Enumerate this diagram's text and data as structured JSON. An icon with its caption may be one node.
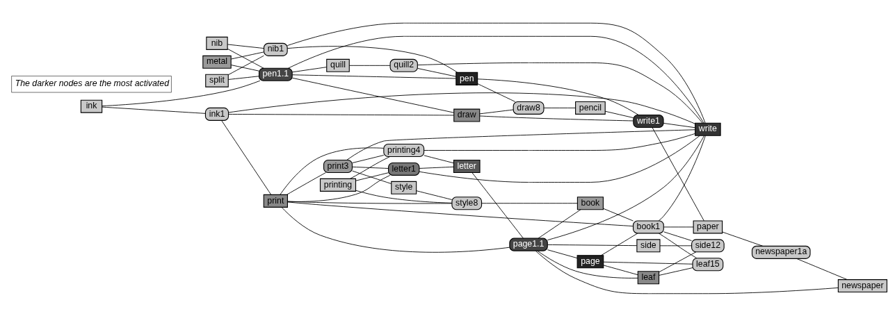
{
  "diagram": {
    "nodes": [
      {
        "text": [
          "metal"
        ]
      },
      {
        "text": [
          "split"
        ]
      },
      {
        "text": [
          "print3"
        ]
      },
      {
        "text": [
          "print"
        ]
      },
      {
        "text": [
          "nib"
        ]
      },
      {
        "text": [
          "nib1"
        ]
      },
      {
        "text": [
          "letter1"
        ]
      },
      {
        "text": [
          "letter"
        ]
      },
      {
        "text": [
          "ink1"
        ]
      },
      {
        "text": [
          "printing"
        ]
      },
      {
        "text": [
          "ink"
        ]
      },
      {
        "text": [
          "printing4"
        ]
      },
      {
        "text": [
          "style"
        ]
      },
      {
        "text": [
          "page1.1"
        ]
      },
      {
        "text": [
          "page"
        ]
      },
      {
        "text": [
          "pen1.1"
        ]
      },
      {
        "text": [
          "quill"
        ]
      },
      {
        "text": [
          "quill2"
        ]
      },
      {
        "text": [
          "style8"
        ]
      },
      {
        "text": [
          "write1"
        ]
      },
      {
        "text": [
          "pen"
        ]
      },
      {
        "text": [
          "draw"
        ]
      },
      {
        "text": [
          "book"
        ]
      },
      {
        "text": [
          "leaf"
        ]
      },
      {
        "text": [
          "paper"
        ]
      },
      {
        "text": [
          "side"
        ]
      },
      {
        "text": [
          "book1"
        ]
      },
      {
        "text": [
          "pencil"
        ]
      },
      {
        "text": [
          "draw8"
        ]
      },
      {
        "text": [
          "write"
        ]
      },
      {
        "text": [
          "newspaper1a"
        ]
      },
      {
        "text": [
          "newspaper"
        ]
      },
      {
        "text": [
          "side12"
        ]
      },
      {
        "text": [
          "leaf15"
        ]
      }
    ],
    "edges": [
      {
        "from": 0,
        "to": 15,
        "arrow": "none"
      },
      {
        "from": 0,
        "to": 5,
        "arrow": "none"
      },
      {
        "from": 1,
        "to": 5,
        "arrow": "none"
      },
      {
        "from": 1,
        "to": 15,
        "arrow": "none"
      },
      {
        "from": 4,
        "to": 5,
        "arrow": "none"
      },
      {
        "from": 4,
        "to": 15,
        "arrow": "none"
      },
      {
        "from": 5,
        "to": 20,
        "arrow": "none"
      },
      {
        "from": 5,
        "to": 29,
        "arrow": "none"
      },
      {
        "from": 10,
        "to": 15,
        "arrow": "none"
      },
      {
        "from": 10,
        "to": 8,
        "arrow": "none"
      },
      {
        "from": 8,
        "to": 3,
        "arrow": "none"
      },
      {
        "from": 8,
        "to": 21,
        "arrow": "none"
      },
      {
        "from": 8,
        "to": 29,
        "arrow": "none"
      },
      {
        "from": 15,
        "to": 16,
        "arrow": "none"
      },
      {
        "from": 15,
        "to": 20,
        "arrow": "none"
      },
      {
        "from": 15,
        "to": 21,
        "arrow": "none"
      },
      {
        "from": 15,
        "to": 29,
        "arrow": "none"
      },
      {
        "from": 16,
        "to": 17,
        "arrow": "none"
      },
      {
        "from": 17,
        "to": 20,
        "arrow": "none"
      },
      {
        "from": 17,
        "to": 29,
        "arrow": "none"
      },
      {
        "from": 20,
        "to": 19,
        "arrow": "none"
      },
      {
        "from": 20,
        "to": 28,
        "arrow": "none"
      },
      {
        "from": 21,
        "to": 19,
        "arrow": "none"
      },
      {
        "from": 21,
        "to": 28,
        "arrow": "none"
      },
      {
        "from": 28,
        "to": 27,
        "arrow": "none"
      },
      {
        "from": 27,
        "to": 19,
        "arrow": "none"
      },
      {
        "from": 19,
        "to": 29,
        "arrow": "none"
      },
      {
        "from": 19,
        "to": 24,
        "arrow": "none"
      },
      {
        "from": 3,
        "to": 2,
        "arrow": "none"
      },
      {
        "from": 3,
        "to": 6,
        "arrow": "none"
      },
      {
        "from": 3,
        "to": 13,
        "arrow": "none"
      },
      {
        "from": 3,
        "to": 11,
        "arrow": "none"
      },
      {
        "from": 3,
        "to": 18,
        "arrow": "none"
      },
      {
        "from": 3,
        "to": 26,
        "arrow": "none"
      },
      {
        "from": 2,
        "to": 11,
        "arrow": "none"
      },
      {
        "from": 2,
        "to": 29,
        "arrow": "none"
      },
      {
        "from": 2,
        "to": 6,
        "arrow": "none"
      },
      {
        "from": 2,
        "to": 12,
        "arrow": "none"
      },
      {
        "from": 6,
        "to": 7,
        "arrow": "none"
      },
      {
        "from": 6,
        "to": 29,
        "arrow": "none"
      },
      {
        "from": 9,
        "to": 11,
        "arrow": "none"
      },
      {
        "from": 9,
        "to": 18,
        "arrow": "none"
      },
      {
        "from": 9,
        "to": 6,
        "arrow": "none"
      },
      {
        "from": 11,
        "to": 7,
        "arrow": "none"
      },
      {
        "from": 11,
        "to": 29,
        "arrow": "none"
      },
      {
        "from": 12,
        "to": 18,
        "arrow": "none"
      },
      {
        "from": 18,
        "to": 22,
        "arrow": "none"
      },
      {
        "from": 7,
        "to": 13,
        "arrow": "none"
      },
      {
        "from": 13,
        "to": 14,
        "arrow": "none"
      },
      {
        "from": 13,
        "to": 29,
        "arrow": "none"
      },
      {
        "from": 13,
        "to": 22,
        "arrow": "none"
      },
      {
        "from": 13,
        "to": 31,
        "arrow": "none"
      },
      {
        "from": 13,
        "to": 25,
        "arrow": "none"
      },
      {
        "from": 13,
        "to": 23,
        "arrow": "none"
      },
      {
        "from": 14,
        "to": 26,
        "arrow": "none"
      },
      {
        "from": 14,
        "to": 23,
        "arrow": "none"
      },
      {
        "from": 14,
        "to": 33,
        "arrow": "none"
      },
      {
        "from": 23,
        "to": 33,
        "arrow": "none"
      },
      {
        "from": 23,
        "to": 32,
        "arrow": "none"
      },
      {
        "from": 25,
        "to": 32,
        "arrow": "none"
      },
      {
        "from": 22,
        "to": 26,
        "arrow": "none"
      },
      {
        "from": 26,
        "to": 24,
        "arrow": "none"
      },
      {
        "from": 26,
        "to": 29,
        "arrow": "none"
      },
      {
        "from": 26,
        "to": 32,
        "arrow": "none"
      },
      {
        "from": 26,
        "to": 33,
        "arrow": "none"
      },
      {
        "from": 24,
        "to": 30,
        "arrow": "none"
      },
      {
        "from": 30,
        "to": 31,
        "arrow": "none"
      }
    ],
    "labels": [
      "The darker nodes are the most activated"
    ]
  }
}
